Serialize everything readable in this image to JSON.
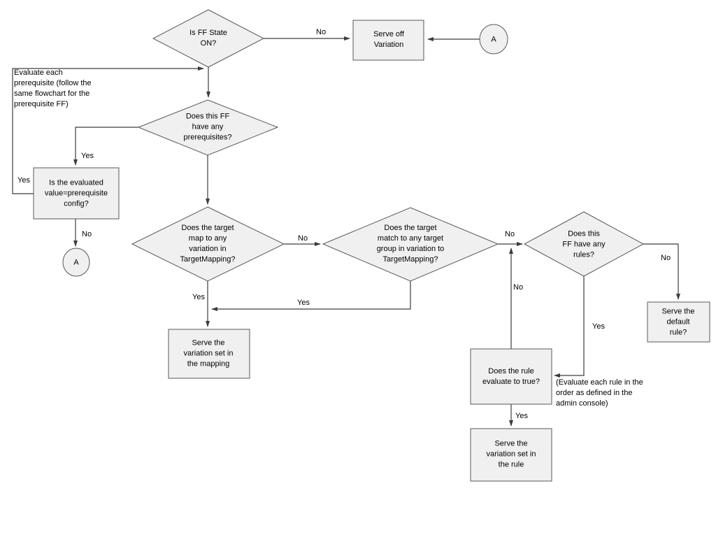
{
  "colors": {
    "canvas": "#ffffff",
    "node_fill": "#f0f0f0",
    "node_stroke": "#595959",
    "connector": "#3d3d3d",
    "label_text": "#000000"
  },
  "nodes": {
    "is_ff_state_on": {
      "label": "Is FF State\nON?"
    },
    "serve_off_variation": {
      "label": "Serve off\nVariation"
    },
    "connector_a_top": {
      "label": "A"
    },
    "has_prerequisites": {
      "label": "Does this FF\nhave any\nprerequisites?"
    },
    "evaluated_value_eq_config": {
      "label": "Is the evaluated\nvalue=prerequisite\nconfig?"
    },
    "connector_a_left": {
      "label": "A"
    },
    "target_maps_to_variation": {
      "label": "Does the target\nmap to any\nvariation in\nTargetMapping?"
    },
    "target_matches_group": {
      "label": "Does the target\nmatch to any target\ngroup in variation to\nTargetMapping?"
    },
    "has_rules": {
      "label": "Does this\nFF have any\nrules?"
    },
    "serve_default_rule": {
      "label": "Serve the\ndefault rule?"
    },
    "rule_evaluates_true": {
      "label": "Does the rule\nevaluate to true?"
    },
    "serve_variation_in_rule": {
      "label": "Serve the\nvariation set in\nthe rule"
    },
    "serve_variation_in_mapping": {
      "label": "Serve the\nvariation set in\nthe mapping"
    }
  },
  "annotations": {
    "prerequisite_note": "Evaluate each\nprerequisite (follow the\nsame flowchart for the\nprerequisite FF)",
    "rule_order_note": "(Evaluate each rule in the\norder as defined in the\nadmin console)"
  },
  "edge_labels": {
    "ff_state_no": "No",
    "prereq_yes": "Yes",
    "prereq_loop_yes": "Yes",
    "evaluated_no": "No",
    "map_no": "No",
    "map_yes": "Yes",
    "match_yes": "Yes",
    "match_no": "No",
    "rule_eval_no": "No",
    "rules_yes": "Yes",
    "rules_no": "No",
    "rule_eval_yes": "Yes"
  }
}
